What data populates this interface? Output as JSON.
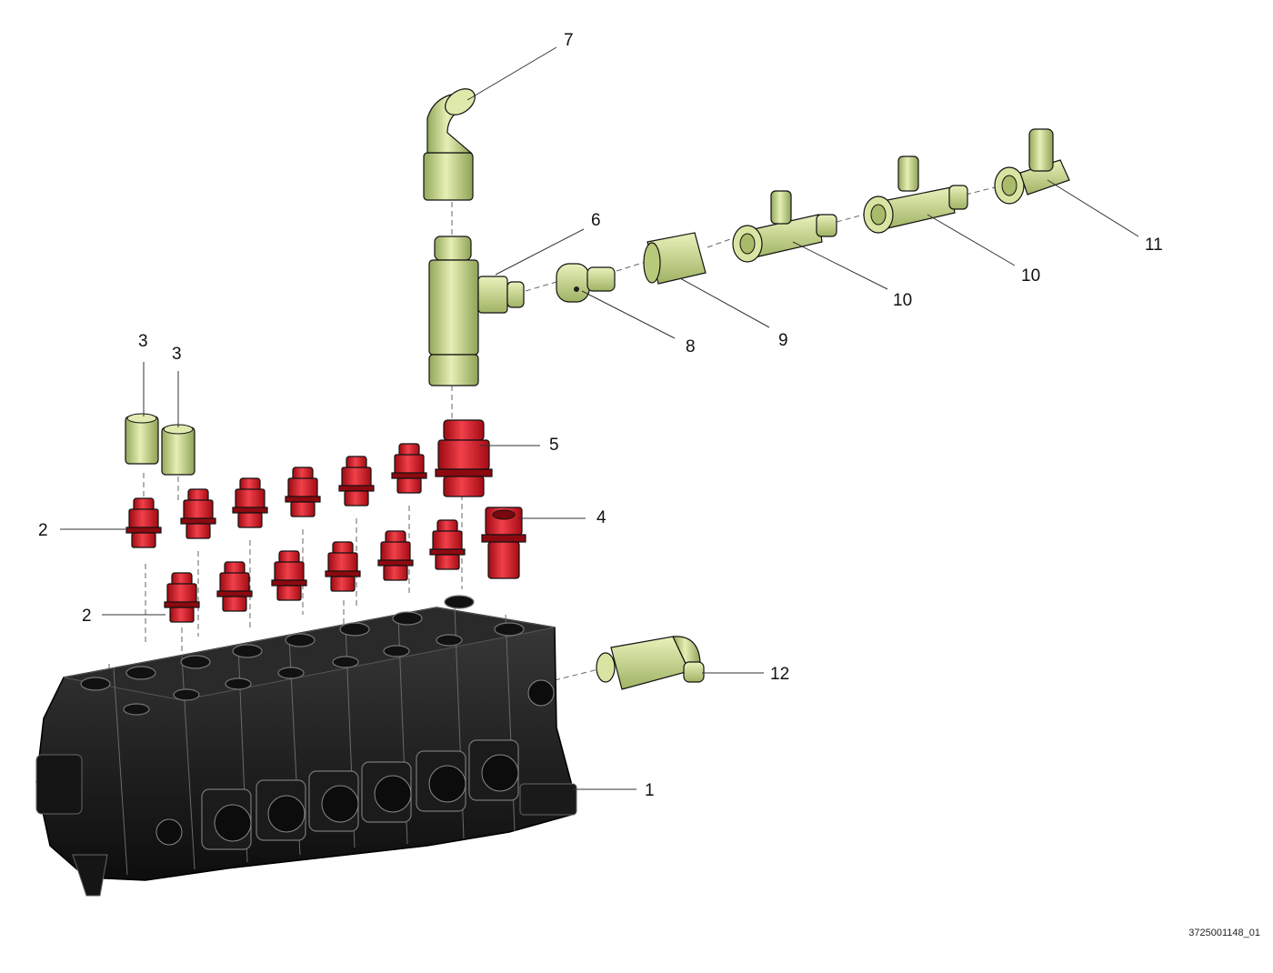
{
  "callouts": {
    "c1": "1",
    "c2a": "2",
    "c2b": "2",
    "c3a": "3",
    "c3b": "3",
    "c4": "4",
    "c5": "5",
    "c6": "6",
    "c7": "7",
    "c8": "8",
    "c9": "9",
    "c10a": "10",
    "c10b": "10",
    "c11": "11",
    "c12": "12"
  },
  "drawing_id": "3725001148_01",
  "colors": {
    "valve_block": "#1a1a1a",
    "red_fitting": "#d4101a",
    "red_highlight": "#f06068",
    "green_fitting": "#c9d98a",
    "green_shadow": "#93a85a",
    "leader_line": "#333333"
  },
  "icons": {
    "valve_block": "control-valve-block-icon",
    "fittings": "hydraulic-fitting-icon"
  }
}
